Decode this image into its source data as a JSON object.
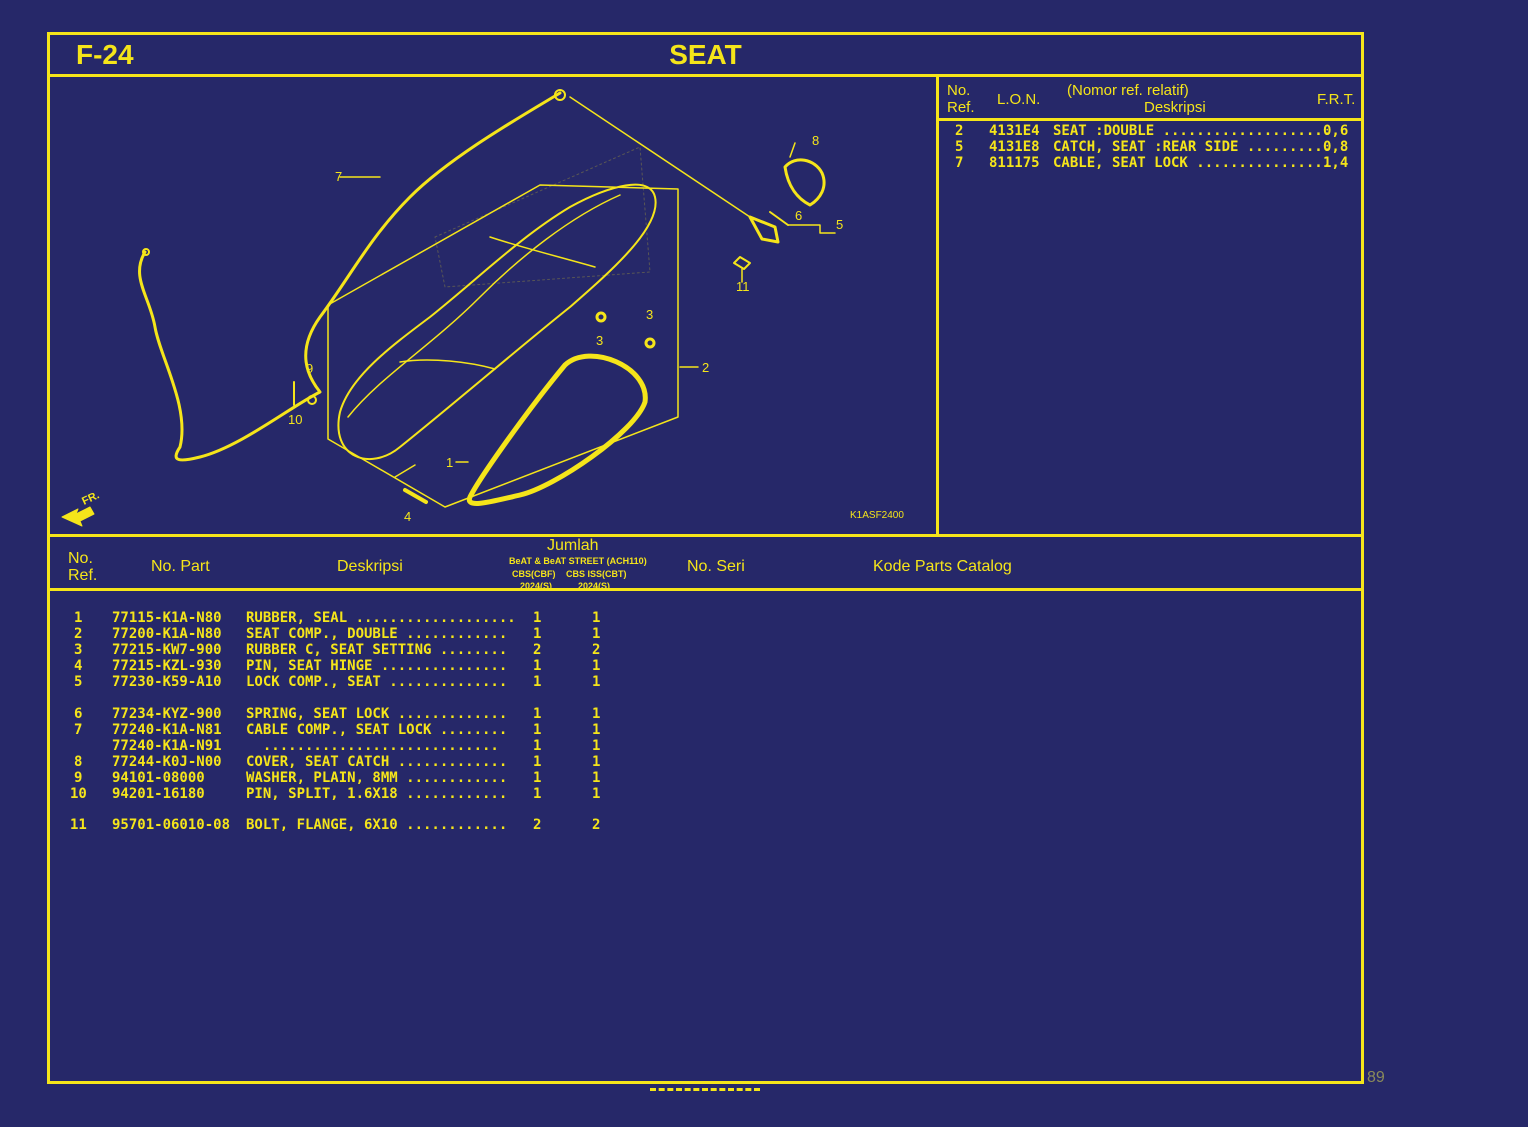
{
  "header": {
    "code": "F-24",
    "title": "SEAT"
  },
  "diagram": {
    "ref_code": "K1ASF2400",
    "front_label": "FR.",
    "callouts": [
      "7",
      "8",
      "6",
      "5",
      "11",
      "3",
      "3",
      "2",
      "9",
      "10",
      "1",
      "4"
    ]
  },
  "ref_panel": {
    "headers": {
      "no": "No.",
      "ref": "Ref.",
      "lon": "L.O.N.",
      "nomor": "(Nomor ref. relatif)",
      "desc": "Deskripsi",
      "frt": "F.R.T."
    },
    "rows": [
      {
        "ref": "2",
        "lon": "4131E4",
        "desc": "SEAT :DOUBLE ....................",
        "frt": "0,6"
      },
      {
        "ref": "5",
        "lon": "4131E8",
        "desc": "CATCH, SEAT :REAR SIDE ..........",
        "frt": "0,8"
      },
      {
        "ref": "7",
        "lon": "811175",
        "desc": "CABLE, SEAT LOCK ................",
        "frt": "1,4"
      }
    ]
  },
  "parts_table": {
    "headers": {
      "no": "No.",
      "ref": "Ref.",
      "part": "No. Part",
      "desc": "Deskripsi",
      "jumlah": "Jumlah",
      "model": "BeAT & BeAT STREET (ACH110)",
      "col1": "CBS(CBF)",
      "col2": "CBS ISS(CBT)",
      "year1": "2024(S)",
      "year2": "2024(S)",
      "seri": "No. Seri",
      "catalog": "Kode Parts Catalog"
    },
    "rows": [
      {
        "ref": "1",
        "part": "77115-K1A-N80",
        "desc": "RUBBER, SEAL ...................",
        "q1": "1",
        "q2": "1"
      },
      {
        "ref": "2",
        "part": "77200-K1A-N80",
        "desc": "SEAT COMP., DOUBLE ............",
        "q1": "1",
        "q2": "1"
      },
      {
        "ref": "3",
        "part": "77215-KW7-900",
        "desc": "RUBBER C, SEAT SETTING ........",
        "q1": "2",
        "q2": "2"
      },
      {
        "ref": "4",
        "part": "77215-KZL-930",
        "desc": "PIN, SEAT HINGE ...............",
        "q1": "1",
        "q2": "1"
      },
      {
        "ref": "5",
        "part": "77230-K59-A10",
        "desc": "LOCK COMP., SEAT ..............",
        "q1": "1",
        "q2": "1"
      },
      {
        "ref": "6",
        "part": "77234-KYZ-900",
        "desc": "SPRING, SEAT LOCK .............",
        "q1": "1",
        "q2": "1"
      },
      {
        "ref": "7",
        "part": "77240-K1A-N81",
        "desc": "CABLE COMP., SEAT LOCK ........",
        "q1": "1",
        "q2": "1"
      },
      {
        "ref": "",
        "part": "77240-K1A-N91",
        "desc": "  ............................",
        "q1": "1",
        "q2": "1"
      },
      {
        "ref": "8",
        "part": "77244-K0J-N00",
        "desc": "COVER, SEAT CATCH .............",
        "q1": "1",
        "q2": "1"
      },
      {
        "ref": "9",
        "part": "94101-08000",
        "desc": "WASHER, PLAIN, 8MM ............",
        "q1": "1",
        "q2": "1"
      },
      {
        "ref": "10",
        "part": "94201-16180",
        "desc": "PIN, SPLIT, 1.6X18 ............",
        "q1": "1",
        "q2": "1"
      },
      {
        "ref": "11",
        "part": "95701-06010-08",
        "desc": "BOLT, FLANGE, 6X10 ............",
        "q1": "2",
        "q2": "2"
      }
    ]
  },
  "page_number": "89"
}
